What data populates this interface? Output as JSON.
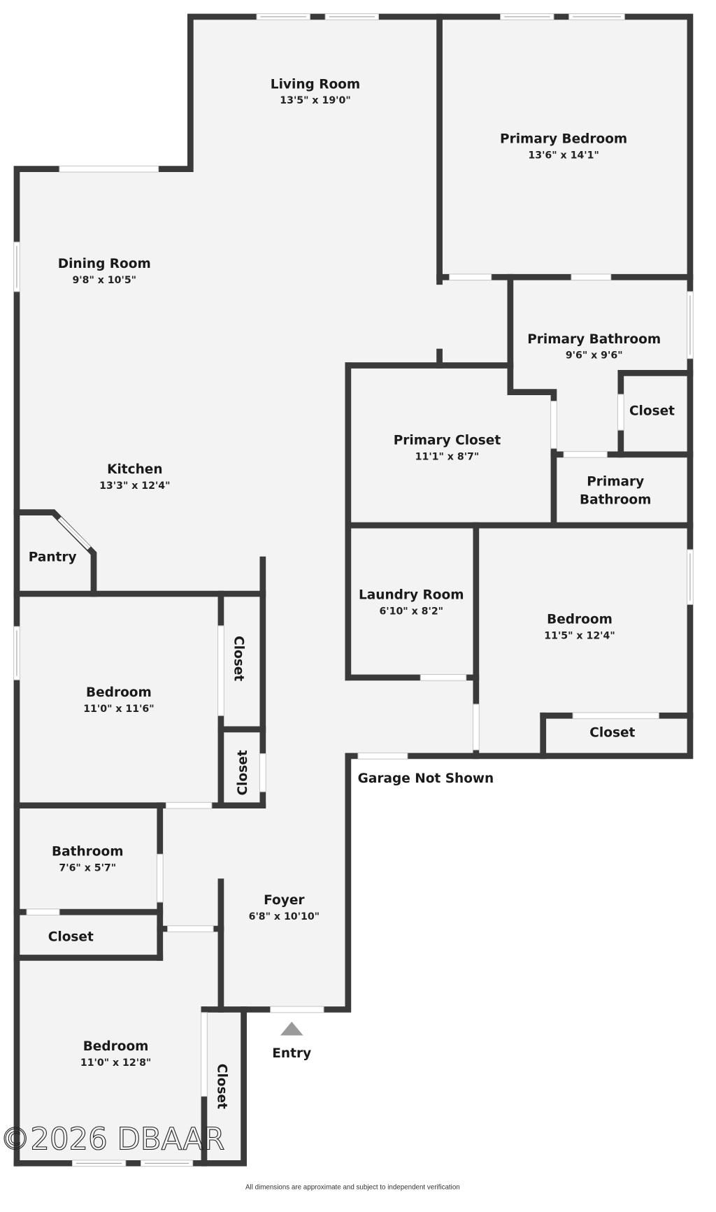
{
  "rooms": [
    {
      "id": "living-room",
      "name": "Living Room",
      "dims": "13'5\" x 19'0\""
    },
    {
      "id": "primary-bedroom",
      "name": "Primary Bedroom",
      "dims": "13'6\" x 14'1\""
    },
    {
      "id": "dining-room",
      "name": "Dining Room",
      "dims": "9'8\" x 10'5\""
    },
    {
      "id": "primary-bathroom",
      "name": "Primary Bathroom",
      "dims": "9'6\" x 9'6\""
    },
    {
      "id": "primary-bath-closet",
      "name": "Closet",
      "dims": ""
    },
    {
      "id": "primary-closet",
      "name": "Primary Closet",
      "dims": "11'1\" x 8'7\""
    },
    {
      "id": "primary-bathroom-2",
      "name_line1": "Primary",
      "name_line2": "Bathroom",
      "dims": ""
    },
    {
      "id": "kitchen",
      "name": "Kitchen",
      "dims": "13'3\" x 12'4\""
    },
    {
      "id": "pantry",
      "name": "Pantry",
      "dims": ""
    },
    {
      "id": "laundry-room",
      "name": "Laundry Room",
      "dims": "6'10\" x 8'2\""
    },
    {
      "id": "bedroom-east",
      "name": "Bedroom",
      "dims": "11'5\" x 12'4\""
    },
    {
      "id": "bedroom-east-closet",
      "name": "Closet",
      "dims": ""
    },
    {
      "id": "bedroom-west",
      "name": "Bedroom",
      "dims": "11'0\" x 11'6\""
    },
    {
      "id": "bedroom-west-closet-1",
      "name": "Closet",
      "dims": ""
    },
    {
      "id": "bedroom-west-closet-2",
      "name": "Closet",
      "dims": ""
    },
    {
      "id": "bathroom",
      "name": "Bathroom",
      "dims": "7'6\" x 5'7\""
    },
    {
      "id": "hall-closet",
      "name": "Closet",
      "dims": ""
    },
    {
      "id": "foyer",
      "name": "Foyer",
      "dims": "6'8\" x 10'10\""
    },
    {
      "id": "bedroom-south",
      "name": "Bedroom",
      "dims": "11'0\" x 12'8\""
    },
    {
      "id": "bedroom-south-closet",
      "name": "Closet",
      "dims": ""
    }
  ],
  "annotations": {
    "garage": "Garage Not Shown",
    "entry": "Entry",
    "watermark": "©2026 DBAAR",
    "footer": "All dimensions are approximate and subject to independent verification"
  },
  "colors": {
    "wall": "#3a3a3a",
    "floor": "#f3f3f3",
    "entry_marker": "#9a9a9a"
  }
}
